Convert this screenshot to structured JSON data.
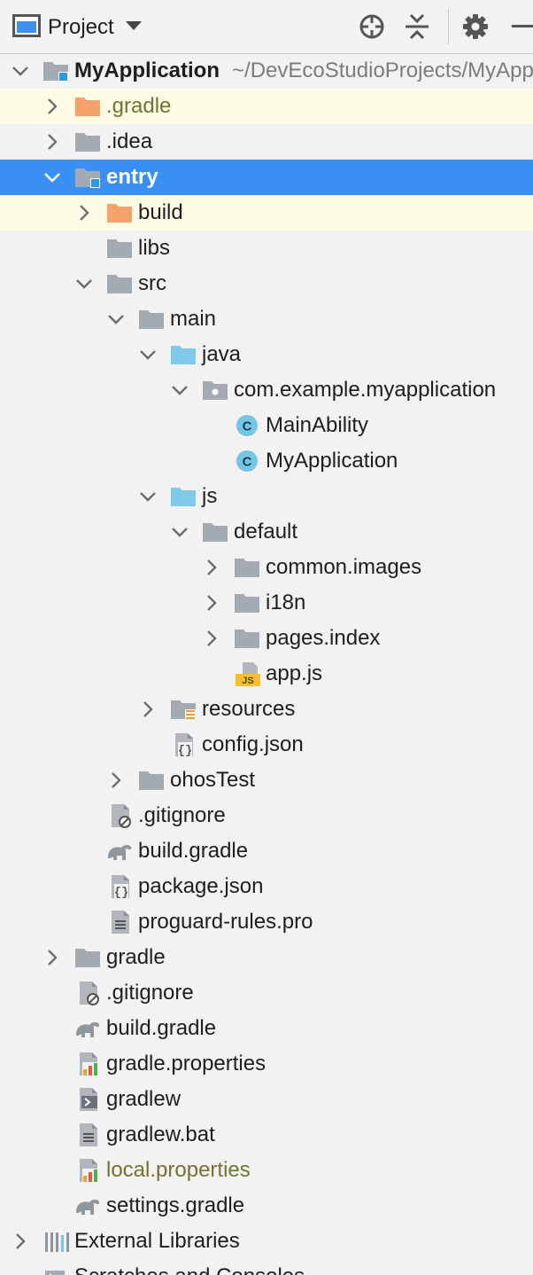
{
  "toolbar": {
    "title": "Project",
    "icons": [
      "project-window-icon",
      "chevron-down-icon",
      "locate-icon",
      "collapse-all-icon",
      "gear-icon",
      "minimize-icon"
    ]
  },
  "colors": {
    "selection": "#3a8ff5",
    "highlight_yellow": "#fefbe4",
    "folder_gray": "#a4aab1",
    "folder_orange": "#f5a26b",
    "folder_blue": "#7fc9e9",
    "class_cyan": "#74c6e6",
    "olive_text": "#717330"
  },
  "tree": [
    {
      "label": "MyApplication",
      "path": "~/DevEcoStudioProjects/MyApplication",
      "icon": "module-folder-icon",
      "arrow": "expanded",
      "level": 0,
      "bold": true
    },
    {
      "label": ".gradle",
      "icon": "excluded-folder-icon",
      "arrow": "collapsed",
      "level": 1,
      "yellow": true,
      "olive": true
    },
    {
      "label": ".idea",
      "icon": "folder-icon",
      "arrow": "collapsed",
      "level": 1
    },
    {
      "label": "entry",
      "icon": "module-folder-icon",
      "arrow": "expanded",
      "level": 1,
      "selected": true
    },
    {
      "label": "build",
      "icon": "excluded-folder-icon",
      "arrow": "collapsed",
      "level": 2,
      "yellow": true
    },
    {
      "label": "libs",
      "icon": "folder-icon",
      "arrow": "none",
      "level": 2
    },
    {
      "label": "src",
      "icon": "folder-icon",
      "arrow": "expanded",
      "level": 2
    },
    {
      "label": "main",
      "icon": "folder-icon",
      "arrow": "expanded",
      "level": 3
    },
    {
      "label": "java",
      "icon": "source-folder-icon",
      "arrow": "expanded",
      "level": 4
    },
    {
      "label": "com.example.myapplication",
      "icon": "package-icon",
      "arrow": "expanded",
      "level": 5
    },
    {
      "label": "MainAbility",
      "icon": "class-icon",
      "arrow": "none",
      "level": 6
    },
    {
      "label": "MyApplication",
      "icon": "class-icon",
      "arrow": "none",
      "level": 6
    },
    {
      "label": "js",
      "icon": "source-folder-icon",
      "arrow": "expanded",
      "level": 4
    },
    {
      "label": "default",
      "icon": "folder-icon",
      "arrow": "expanded",
      "level": 5
    },
    {
      "label": "common.images",
      "icon": "folder-icon",
      "arrow": "collapsed",
      "level": 6
    },
    {
      "label": "i18n",
      "icon": "folder-icon",
      "arrow": "collapsed",
      "level": 6
    },
    {
      "label": "pages.index",
      "icon": "folder-icon",
      "arrow": "collapsed",
      "level": 6
    },
    {
      "label": "app.js",
      "icon": "js-file-icon",
      "arrow": "none",
      "level": 6
    },
    {
      "label": "resources",
      "icon": "resources-folder-icon",
      "arrow": "collapsed",
      "level": 4
    },
    {
      "label": "config.json",
      "icon": "json-file-icon",
      "arrow": "none",
      "level": 4
    },
    {
      "label": "ohosTest",
      "icon": "folder-icon",
      "arrow": "collapsed",
      "level": 3
    },
    {
      "label": ".gitignore",
      "icon": "gitignore-file-icon",
      "arrow": "none",
      "level": 2
    },
    {
      "label": "build.gradle",
      "icon": "gradle-icon",
      "arrow": "none",
      "level": 2
    },
    {
      "label": "package.json",
      "icon": "json-file-icon",
      "arrow": "none",
      "level": 2
    },
    {
      "label": "proguard-rules.pro",
      "icon": "text-file-icon",
      "arrow": "none",
      "level": 2
    },
    {
      "label": "gradle",
      "icon": "folder-icon",
      "arrow": "collapsed",
      "level": 1
    },
    {
      "label": ".gitignore",
      "icon": "gitignore-file-icon",
      "arrow": "none",
      "level": 1
    },
    {
      "label": "build.gradle",
      "icon": "gradle-icon",
      "arrow": "none",
      "level": 1
    },
    {
      "label": "gradle.properties",
      "icon": "properties-file-icon",
      "arrow": "none",
      "level": 1
    },
    {
      "label": "gradlew",
      "icon": "shell-file-icon",
      "arrow": "none",
      "level": 1
    },
    {
      "label": "gradlew.bat",
      "icon": "text-file-icon",
      "arrow": "none",
      "level": 1
    },
    {
      "label": "local.properties",
      "icon": "properties-file-icon",
      "arrow": "none",
      "level": 1,
      "olive": true
    },
    {
      "label": "settings.gradle",
      "icon": "gradle-icon",
      "arrow": "none",
      "level": 1
    },
    {
      "label": "External Libraries",
      "icon": "libraries-icon",
      "arrow": "collapsed",
      "level": 0
    },
    {
      "label": "Scratches and Consoles",
      "icon": "scratches-icon",
      "arrow": "none",
      "level": 0
    }
  ]
}
